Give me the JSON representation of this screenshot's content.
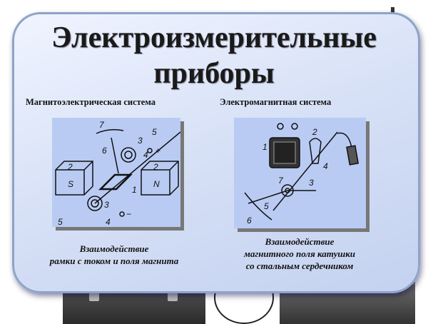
{
  "title": {
    "line1": "Электроизмерительные",
    "line2": "приборы"
  },
  "left": {
    "heading": "Магнитоэлектрическая система",
    "caption_line1": "Взаимодействие",
    "caption_line2": "рамки с током и поля магнита",
    "labels": {
      "scale": "7",
      "pointer": "6",
      "spring_top": "3",
      "lead_top": "4",
      "axis_top": "5",
      "plus": "+",
      "magnet_left": "2",
      "magnet_right": "2",
      "s": "S",
      "n": "N",
      "frame": "1",
      "spring_bottom": "3",
      "lead_bottom": "4",
      "axis_bottom": "5",
      "minus": "−"
    }
  },
  "right": {
    "heading": "Электромагнитная система",
    "caption_line1": "Взаимодействие",
    "caption_line2": "магнитного поля катушки",
    "caption_line3": "со стальным сердечником",
    "labels": {
      "coil": "1",
      "gap": "2",
      "core": "4",
      "axis": "3",
      "spring": "7",
      "pointer": "5",
      "scale": "6"
    }
  }
}
